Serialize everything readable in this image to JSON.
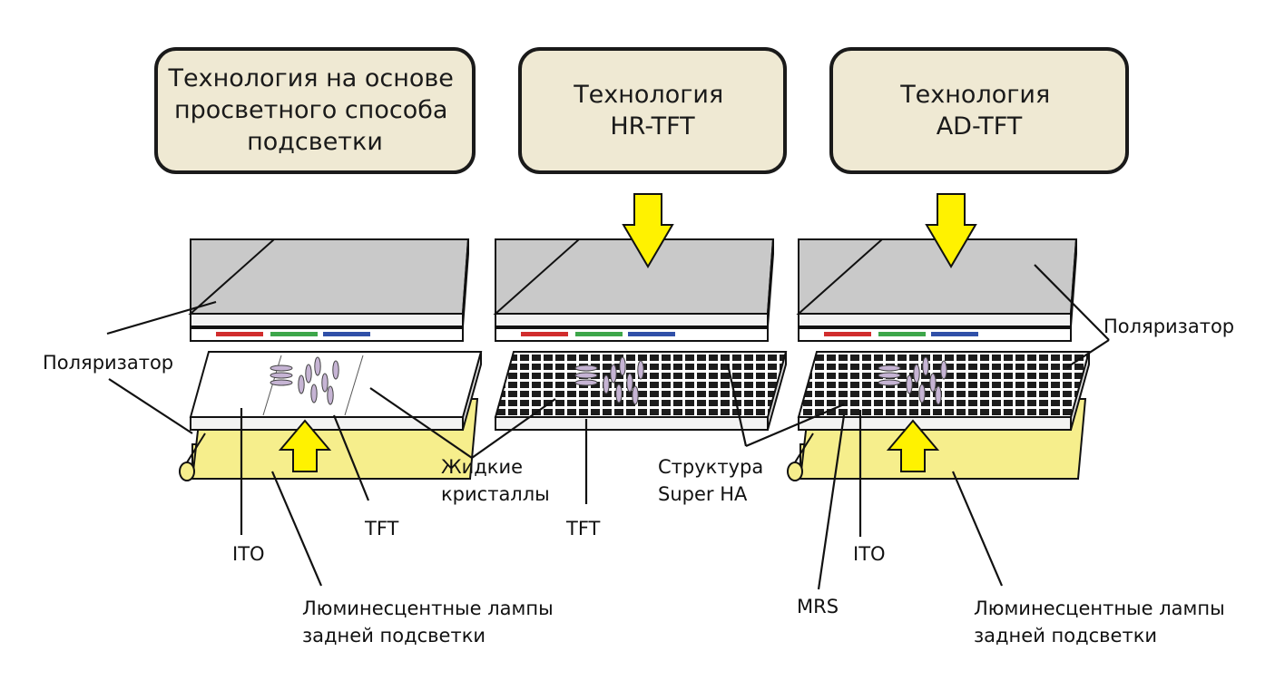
{
  "headers": [
    {
      "lines": [
        "Технология на основе",
        "просветного способа",
        "подсветки"
      ]
    },
    {
      "lines": [
        "Технология",
        "HR-TFT"
      ]
    },
    {
      "lines": [
        "Технология",
        "AD-TFT"
      ]
    }
  ],
  "labels": {
    "polarizer_left": "Поляризатор",
    "polarizer_right": "Поляризатор",
    "ito_left": "ITO",
    "tft_left": "TFT",
    "liquid_crystals": [
      "Жидкие",
      "кристаллы"
    ],
    "tft_center": "TFT",
    "super_ha": [
      "Структура",
      "Super HA"
    ],
    "ito_right": "ITO",
    "mrs": "MRS",
    "backlight_left": [
      "Люминесцентные лампы",
      "задней подсветки"
    ],
    "backlight_right": [
      "Люминесцентные лампы",
      "задней подсветки"
    ]
  },
  "colors": {
    "header_fill": "#efe9d3",
    "header_border": "#1a1a1a",
    "arrow_fill": "#fff200",
    "backlight_fill": "#f6ee8c",
    "polarizer_fill": "#c9c9c9",
    "filter_red": "#d12d2d",
    "filter_green": "#3da64a",
    "filter_blue": "#3050a8",
    "lc_molecule": "#c6b4d4"
  }
}
